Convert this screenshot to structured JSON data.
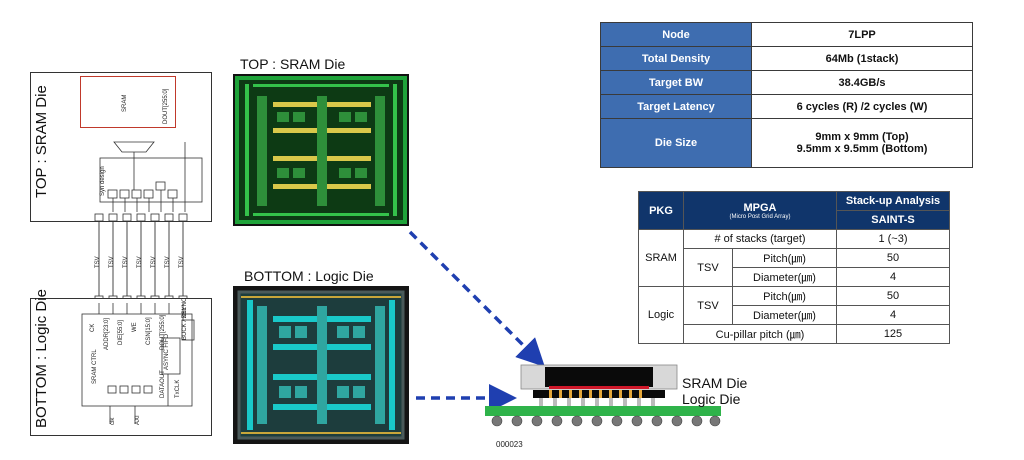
{
  "schematic": {
    "top_label": "TOP : SRAM Die",
    "bottom_label": "BOTTOM : Logic Die",
    "sram_block": "SRAM",
    "dout_top": "DOUT[255:0]",
    "syn_design": "Syn design",
    "tsv_label": "TSV",
    "logic_signals": [
      "CK",
      "ADDR[23:0]",
      "DIE[55:0]",
      "WE",
      "CSN[15:0]",
      "DOUT[255:0]",
      "DLL"
    ],
    "sram_ctrl": "SRAM CTRL",
    "async_fifo": "ASYNC FIFO",
    "sync_block": "BUCK / XSYNC",
    "dataout": "DATAOUT",
    "txclk": "TxCLK",
    "clk": "clk",
    "axi": "AXI"
  },
  "photos": {
    "top_title": "TOP : SRAM Die",
    "bottom_title": "BOTTOM : Logic Die"
  },
  "spec_table": [
    {
      "key": "Node",
      "value": "7LPP"
    },
    {
      "key": "Total Density",
      "value": "64Mb (1stack)"
    },
    {
      "key": "Target BW",
      "value": "38.4GB/s"
    },
    {
      "key": "Target Latency",
      "value": "6 cycles (R) /2 cycles (W)"
    },
    {
      "key": "Die Size",
      "value": "9mm x 9mm (Top)",
      "value2": "9.5mm x 9.5mm (Bottom)"
    }
  ],
  "pkg_table": {
    "pkg": "PKG",
    "mpga": "MPGA",
    "mpga_sub": "(Micro Post Grid Array)",
    "stackup": "Stack-up Analysis",
    "saint": "SAINT-S",
    "stacks_label": "# of stacks (target)",
    "stacks_value": "1 (~3)",
    "sram": "SRAM",
    "logic": "Logic",
    "tsv": "TSV",
    "pitch": "Pitch(㎛)",
    "diameter": "Diameter(㎛)",
    "sram_pitch": "50",
    "sram_diameter": "4",
    "logic_pitch": "50",
    "logic_diameter": "4",
    "cu_pillar_label": "Cu-pillar pitch (㎛)",
    "cu_pillar_value": "125"
  },
  "cross_section": {
    "sram_label": "SRAM Die",
    "logic_label": "Logic Die",
    "figure_id": "000023"
  },
  "colors": {
    "spec_key_bg": "#3e6db0",
    "pkg_header_bg": "#10356b",
    "arrow": "#1f3fb0",
    "die_green": "#1fa33a",
    "die_cyan": "#19c9c9"
  }
}
